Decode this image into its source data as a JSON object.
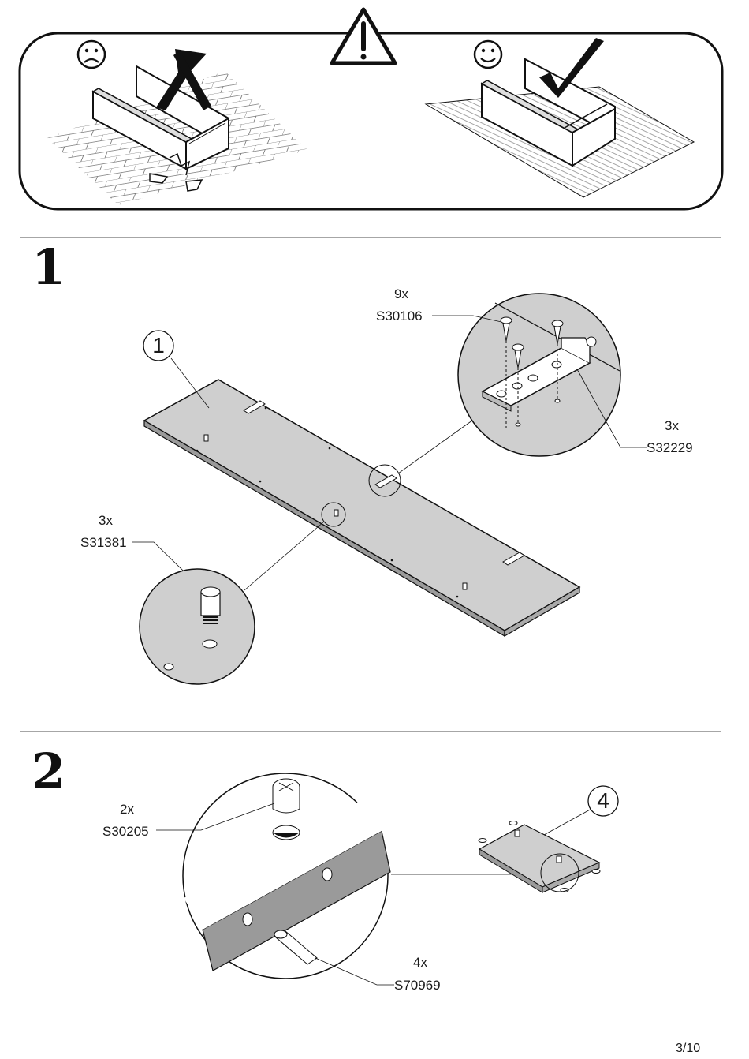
{
  "warning_panel": {
    "bad_face": "☹",
    "good_face": "☺"
  },
  "steps": [
    {
      "number": "1",
      "part_number": "1",
      "parts": [
        {
          "qty": "9x",
          "code": "S30106"
        },
        {
          "qty": "3x",
          "code": "S32229"
        },
        {
          "qty": "3x",
          "code": "S31381"
        }
      ]
    },
    {
      "number": "2",
      "part_number": "4",
      "parts": [
        {
          "qty": "2x",
          "code": "S30205"
        },
        {
          "qty": "4x",
          "code": "S70969"
        }
      ]
    }
  ],
  "page": {
    "number": "3/10"
  },
  "colors": {
    "panel_gray": "#cfcfcf",
    "edge_gray": "#9a9a9a",
    "line": "#1a1a1a"
  }
}
